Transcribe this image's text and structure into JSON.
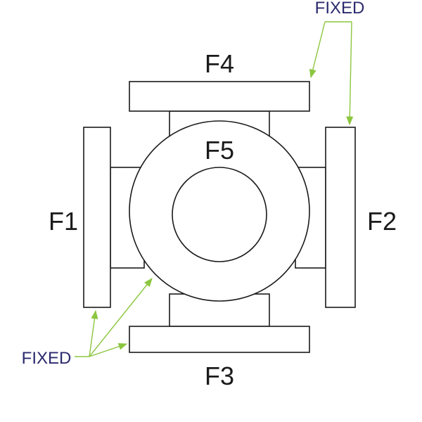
{
  "faces": {
    "f1": "F1",
    "f2": "F2",
    "f3": "F3",
    "f4": "F4",
    "f5": "F5"
  },
  "annotations": {
    "top_fixed": "FIXED",
    "bottom_fixed": "FIXED"
  },
  "colors": {
    "outline": "#1a1a1a",
    "label_text": "#1a1a1a",
    "annotation_text": "#2b2a6e",
    "leader_line": "#8cc63f"
  }
}
